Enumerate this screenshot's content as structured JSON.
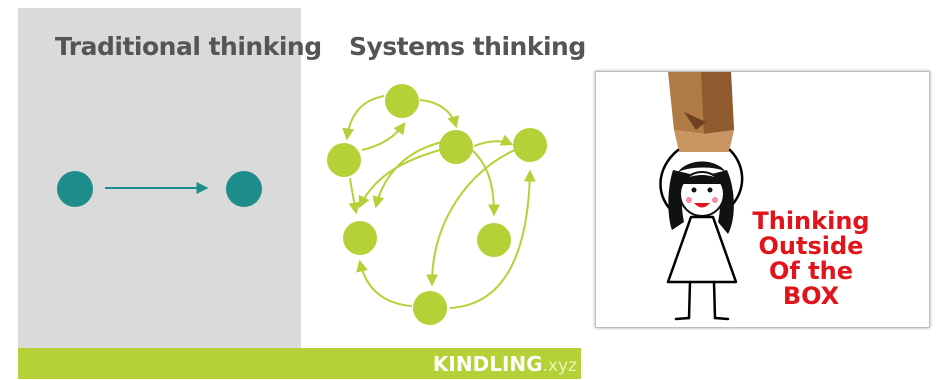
{
  "left_panel": {
    "title": "Traditional thinking"
  },
  "right_panel": {
    "title": "Systems thinking"
  },
  "footer": {
    "brand": "KINDLING",
    "brand_suffix": ".xyz"
  },
  "photo": {
    "caption_lines": [
      "Thinking",
      "Outside",
      "Of the",
      "BOX"
    ]
  },
  "colors": {
    "teal": "#1f8c8c",
    "lime": "#b4d137",
    "gray_panel": "#dadada",
    "red_text": "#e2141b"
  }
}
